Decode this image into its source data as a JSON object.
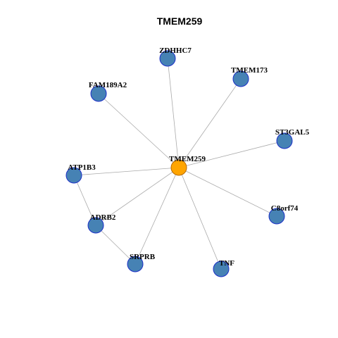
{
  "graph": {
    "title": "TMEM259",
    "colors": {
      "center_fill": "#FFA500",
      "center_stroke": "#B86A00",
      "node_fill": "#4682B4",
      "node_stroke": "#1C2FC8",
      "edge": "#AAAAAA"
    },
    "nodes": [
      {
        "id": "TMEM259",
        "label": "TMEM259",
        "center": true
      },
      {
        "id": "ZDHHC7",
        "label": "ZDHHC7"
      },
      {
        "id": "TMEM173",
        "label": "TMEM173"
      },
      {
        "id": "FAM189A2",
        "label": "FAM189A2"
      },
      {
        "id": "ST3GAL5",
        "label": "ST3GAL5"
      },
      {
        "id": "ATP1B3",
        "label": "ATP1B3"
      },
      {
        "id": "C8orf74",
        "label": "C8orf74"
      },
      {
        "id": "ADRB2",
        "label": "ADRB2"
      },
      {
        "id": "SRPRB",
        "label": "SRPRB"
      },
      {
        "id": "TNF",
        "label": "TNF"
      }
    ],
    "edges": [
      [
        "TMEM259",
        "ZDHHC7"
      ],
      [
        "TMEM259",
        "TMEM173"
      ],
      [
        "TMEM259",
        "FAM189A2"
      ],
      [
        "TMEM259",
        "ST3GAL5"
      ],
      [
        "TMEM259",
        "ATP1B3"
      ],
      [
        "TMEM259",
        "C8orf74"
      ],
      [
        "TMEM259",
        "ADRB2"
      ],
      [
        "TMEM259",
        "SRPRB"
      ],
      [
        "TMEM259",
        "TNF"
      ],
      [
        "ATP1B3",
        "ADRB2"
      ],
      [
        "ADRB2",
        "SRPRB"
      ]
    ]
  }
}
